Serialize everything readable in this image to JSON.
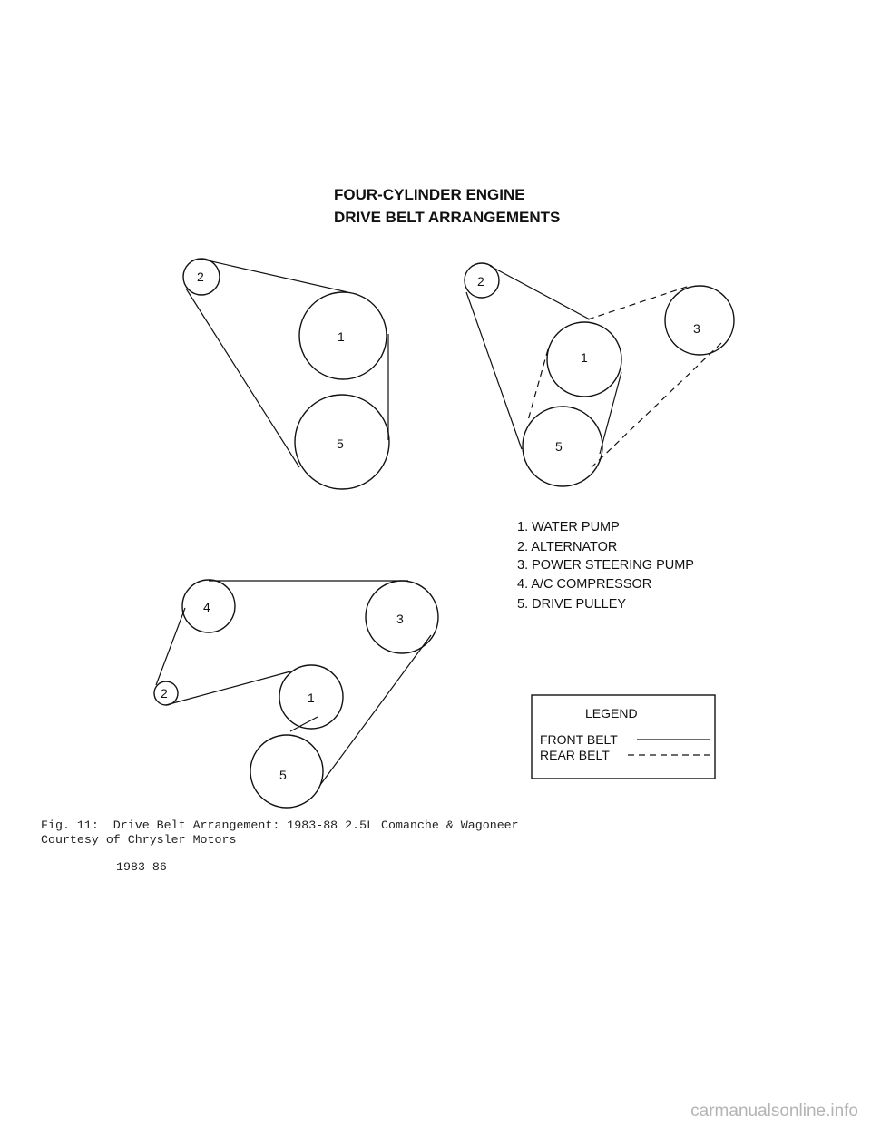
{
  "diagram": {
    "title_line1": "FOUR-CYLINDER ENGINE",
    "title_line2": "DRIVE BELT ARRANGEMENTS",
    "pulley_labels": {
      "one": "1",
      "two": "2",
      "three": "3",
      "four": "4",
      "five": "5"
    },
    "key": [
      "1. WATER PUMP",
      "2. ALTERNATOR",
      "3. POWER STEERING PUMP",
      "4. A/C COMPRESSOR",
      "5. DRIVE PULLEY"
    ],
    "legend": {
      "title": "LEGEND",
      "front": "FRONT BELT",
      "rear": "REAR BELT"
    }
  },
  "caption": {
    "line1": "Fig. 11:  Drive Belt Arrangement: 1983-88 2.5L Comanche & Wagoneer",
    "line2": "Courtesy of Chrysler Motors",
    "years": "1983-86"
  },
  "watermark": "carmanualsonline.info"
}
